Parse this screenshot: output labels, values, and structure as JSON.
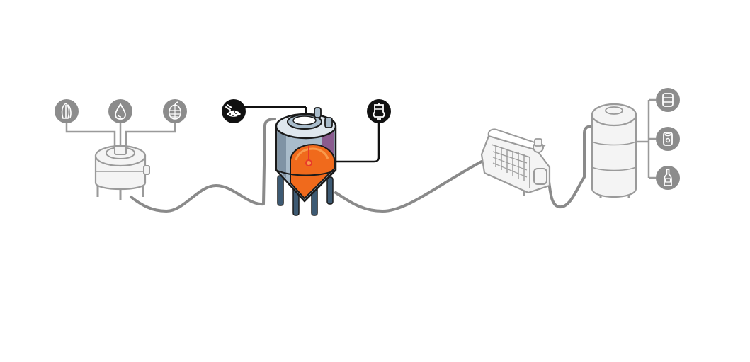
{
  "colors": {
    "background": "#ffffff",
    "pipe": "#8a8a8a",
    "muted_stroke": "#9a9a9a",
    "muted_fill": "#f4f4f4",
    "icon_gray": "#8c8c8c",
    "icon_black": "#111111",
    "active_outline": "#1a1a1a",
    "tank_steel": "#a9bccb",
    "tank_steel_dark": "#7f93a5",
    "tank_top": "#dfe7ee",
    "beer_orange": "#f06a1c",
    "beer_orange_light": "#f89a4c",
    "tank_purple": "#8a5b8f",
    "leg_blue": "#3d5a73",
    "accent_red": "#e8392a"
  },
  "stages": [
    {
      "id": "mash-kettle",
      "state": "inactive"
    },
    {
      "id": "fermentation-tank",
      "state": "active"
    },
    {
      "id": "filter",
      "state": "inactive"
    },
    {
      "id": "bright-tank",
      "state": "inactive"
    }
  ],
  "ingredient_icons": [
    "malt-icon",
    "water-icon",
    "hops-icon"
  ],
  "fermentation_icons": [
    "yeast-icon",
    "temperature-bulb-icon"
  ],
  "packaging_icons": [
    "keg-icon",
    "can-icon",
    "bottle-icon"
  ]
}
